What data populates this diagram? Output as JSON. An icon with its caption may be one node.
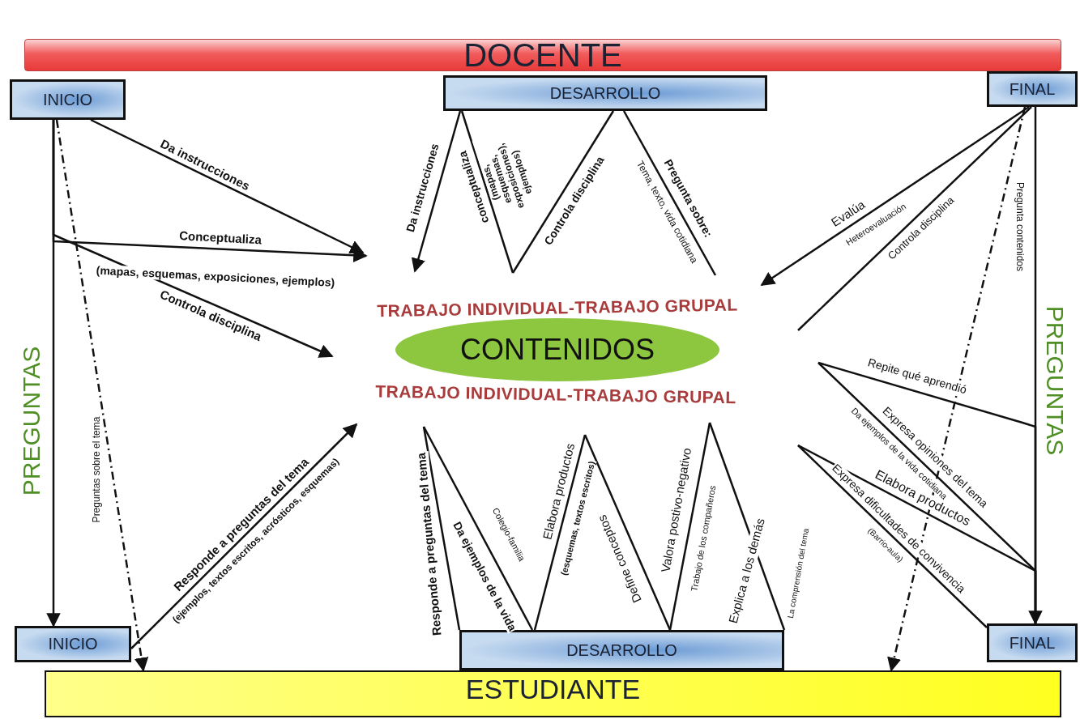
{
  "diagram": {
    "nodes": [
      {
        "text": [
          "DOCENTE"
        ]
      },
      {
        "text": [
          "INICIO"
        ]
      },
      {
        "text": [
          "DESARROLLO"
        ]
      },
      {
        "text": [
          "FINAL"
        ]
      },
      {
        "text": [
          "CONTENIDOS"
        ]
      },
      {
        "text": [
          "INICIO"
        ]
      },
      {
        "text": [
          "DESARROLLO"
        ]
      },
      {
        "text": [
          "FINAL"
        ]
      },
      {
        "text": [
          "ESTUDIANTE"
        ]
      }
    ],
    "edges": [
      {
        "from": 1,
        "to": 5,
        "arrow": "to"
      },
      {
        "from": 1,
        "to": 8,
        "arrow": "to",
        "style": "dashed",
        "label": "Preguntas sobre el tema"
      },
      {
        "from": 1,
        "to": null,
        "arrow": "to",
        "label": "Da instrucciones"
      },
      {
        "from": 1,
        "to": null,
        "arrow": "to",
        "label": "Conceptualiza"
      },
      {
        "from": 1,
        "to": null,
        "arrow": "to",
        "label": "Controla disciplina"
      },
      {
        "from": 2,
        "to": null,
        "arrow": "to",
        "label": "Da instrucciones"
      },
      {
        "from": 2,
        "to": null,
        "arrow": "none",
        "label": "conceptualiza"
      },
      {
        "from": null,
        "to": 2,
        "arrow": "none",
        "label": "Controla disciplina"
      },
      {
        "from": 2,
        "to": null,
        "arrow": "none",
        "label": "Pregunta sobre:"
      },
      {
        "from": 3,
        "to": null,
        "arrow": "to",
        "label": "Evalúa"
      },
      {
        "from": 3,
        "to": null,
        "arrow": "none",
        "label": "Controla disciplina"
      },
      {
        "from": 3,
        "to": 8,
        "arrow": "to",
        "style": "dashed",
        "label": "Pregunta contenidos"
      },
      {
        "from": 3,
        "to": 7,
        "arrow": "to"
      },
      {
        "from": null,
        "to": 7,
        "arrow": "none",
        "label": "Repite qué aprendió"
      },
      {
        "from": null,
        "to": 7,
        "arrow": "none",
        "label": "Expresa opiniones del tema"
      },
      {
        "from": null,
        "to": 7,
        "arrow": "none",
        "label": "Elabora productos"
      },
      {
        "from": null,
        "to": 7,
        "arrow": "none",
        "label": "Expresa dificultades de convivencia"
      },
      {
        "from": 5,
        "to": null,
        "arrow": "to",
        "label": "Responde a preguntas del tema"
      },
      {
        "from": 6,
        "to": null,
        "arrow": "none",
        "label": "Responde a preguntas del tema"
      },
      {
        "from": null,
        "to": 6,
        "arrow": "none",
        "label": "Da ejemplos de la vida"
      },
      {
        "from": 6,
        "to": null,
        "arrow": "none",
        "label": "Elabora productos"
      },
      {
        "from": null,
        "to": 6,
        "arrow": "none",
        "label": "Define conceptos"
      },
      {
        "from": 6,
        "to": null,
        "arrow": "none",
        "label": "Valora postivo-negativo"
      },
      {
        "from": null,
        "to": 6,
        "arrow": "none",
        "label": "Explica a los demás"
      }
    ],
    "labels": [
      "PREGUNTAS",
      "(mapas, esquemas, exposiciones, ejemplos)",
      "(mapas, esquemas, exposiciones), ejemplos)",
      "Tema, texto, vida cotidiana",
      "Heteroevaluación",
      "PREGUNTAS",
      "TRABAJO INDIVIDUAL-TRABAJO GRUPAL",
      "TRABAJO INDIVIDUAL-TRABAJO GRUPAL",
      "Da ejemplos de la vida cotidiana",
      "(Barrio-aula)",
      "(ejemplos, textos escritos, acrósticos, esquemas)",
      "Colegio-familia",
      "(esquemas, textos escritos)",
      "Trabajo de los compañeros",
      "La comprensión del tema"
    ]
  }
}
